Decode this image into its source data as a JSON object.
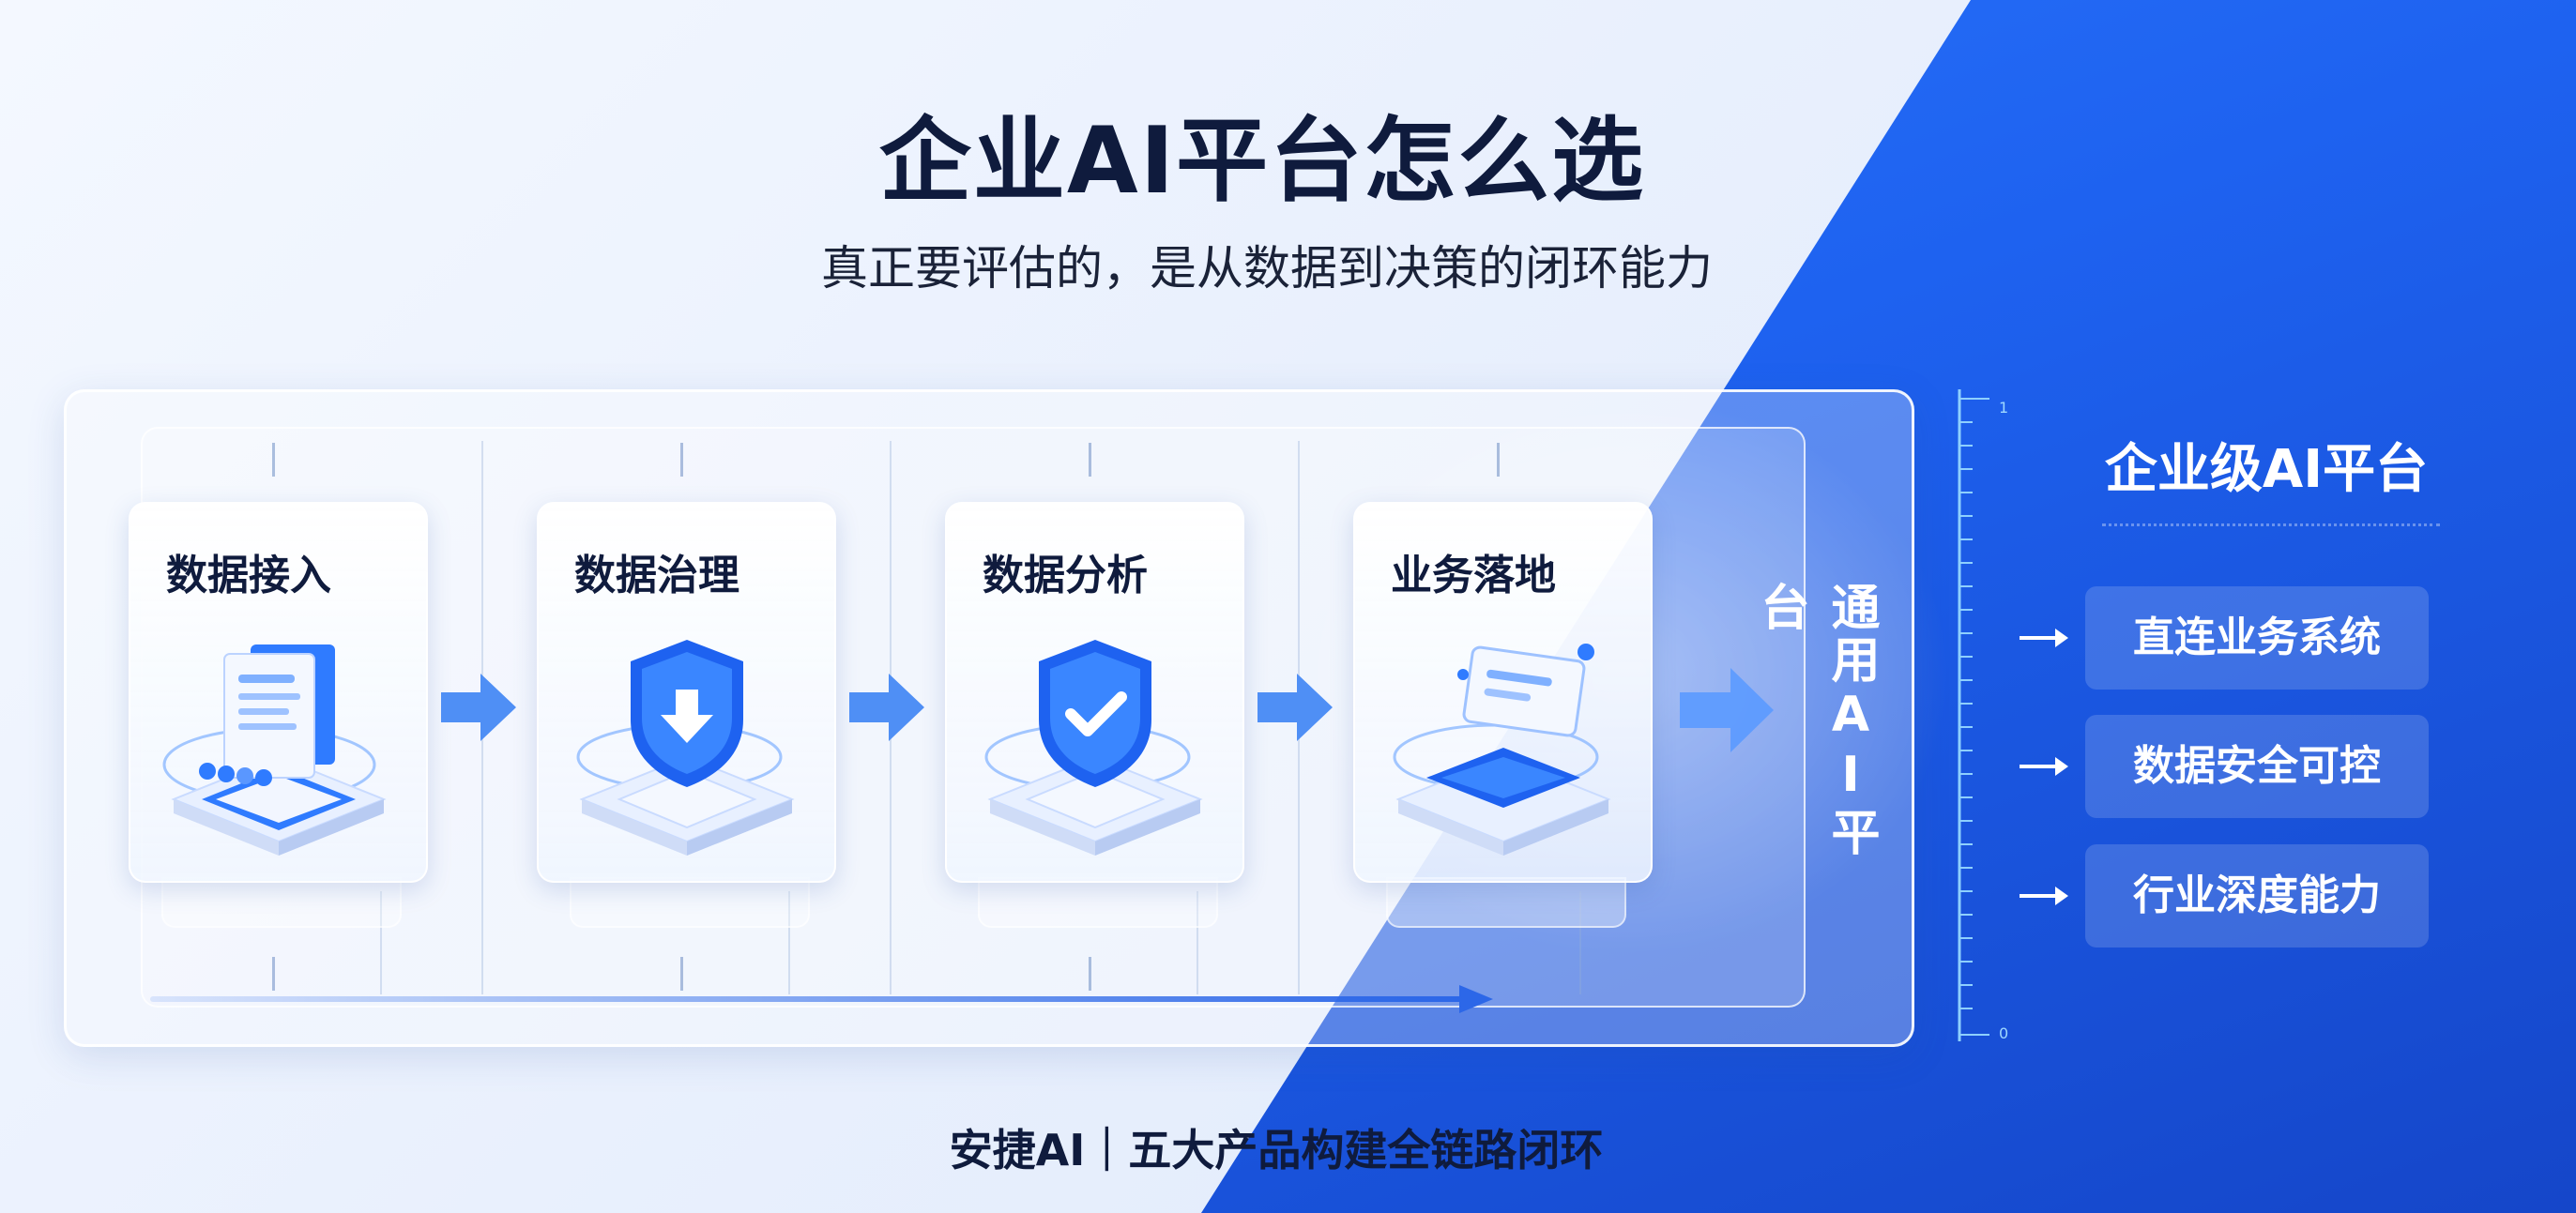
{
  "header": {
    "title": "企业AI平台怎么选",
    "subtitle": "真正要评估的，是从数据到决策的闭环能力"
  },
  "pipeline": {
    "steps": [
      {
        "label": "数据接入",
        "icon": "document-stack-icon"
      },
      {
        "label": "数据治理",
        "icon": "shield-download-icon"
      },
      {
        "label": "数据分析",
        "icon": "shield-check-icon"
      },
      {
        "label": "业务落地",
        "icon": "screen-card-icon"
      }
    ],
    "platform_label": "通用AI平台"
  },
  "right_panel": {
    "title": "企业级AI平台",
    "features": [
      "直连业务系统",
      "数据安全可控",
      "行业深度能力"
    ],
    "ruler_top_label": "1",
    "ruler_bottom_label": "0"
  },
  "footer": {
    "text": "安捷AI｜五大产品构建全链路闭环"
  },
  "colors": {
    "accent": "#1e62f0",
    "dark_text": "#0f1b3d",
    "icon_blue": "#2f7bff"
  }
}
